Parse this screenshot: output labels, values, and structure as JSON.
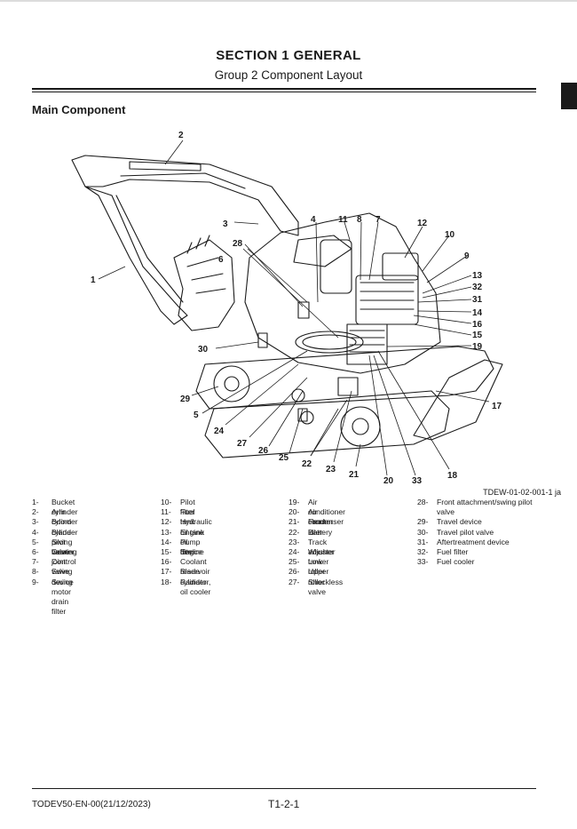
{
  "header": {
    "section_title": "SECTION 1 GENERAL",
    "group_title": "Group 2 Component Layout"
  },
  "subheading": "Main Component",
  "figure": {
    "reference": "TDEW-01-02-001-1 ja",
    "callout_numbers": [
      "1",
      "2",
      "3",
      "4",
      "5",
      "6",
      "7",
      "8",
      "9",
      "10",
      "11",
      "12",
      "13",
      "14",
      "15",
      "16",
      "17",
      "18",
      "19",
      "20",
      "21",
      "22",
      "23",
      "24",
      "25",
      "26",
      "27",
      "28",
      "29",
      "30",
      "31",
      "32",
      "33"
    ]
  },
  "legend": {
    "col1": [
      {
        "num": "1-",
        "label": "Bucket cylinder"
      },
      {
        "num": "2-",
        "label": "Arm cylinder"
      },
      {
        "num": "3-",
        "label": "Boom cylinder"
      },
      {
        "num": "4-",
        "label": "Blade pilot valve"
      },
      {
        "num": "5-",
        "label": "Swing bearing"
      },
      {
        "num": "6-",
        "label": "Center joint"
      },
      {
        "num": "7-",
        "label": "Control valve"
      },
      {
        "num": "8-",
        "label": "Swing device"
      },
      {
        "num": "9-",
        "label": "Swing motor drain filter"
      }
    ],
    "col2": [
      {
        "num": "10-",
        "label": "Pilot filter"
      },
      {
        "num": "11-",
        "label": "Fuel tank"
      },
      {
        "num": "12-",
        "label": "Hydraulic oil tank"
      },
      {
        "num": "13-",
        "label": "Engine oil filter"
      },
      {
        "num": "14-",
        "label": "Pump device"
      },
      {
        "num": "15-",
        "label": "Engine"
      },
      {
        "num": "16-",
        "label": "Coolant reservoir"
      },
      {
        "num": "17-",
        "label": "Blade cylinder"
      },
      {
        "num": "18-",
        "label": "Radiator, oil cooler"
      }
    ],
    "col3": [
      {
        "num": "19-",
        "label": "Air conditioner condenser"
      },
      {
        "num": "20-",
        "label": "Air cleaner"
      },
      {
        "num": "21-",
        "label": "Front idler"
      },
      {
        "num": "22-",
        "label": "Battery"
      },
      {
        "num": "23-",
        "label": "Track adjuster"
      },
      {
        "num": "24-",
        "label": "Washer tank"
      },
      {
        "num": "25-",
        "label": "Lower roller"
      },
      {
        "num": "26-",
        "label": "Upper roller"
      },
      {
        "num": "27-",
        "label": "Shockless valve"
      }
    ],
    "col4": [
      {
        "num": "28-",
        "label": "Front attachment/swing pilot valve"
      },
      {
        "num": "29-",
        "label": "Travel device"
      },
      {
        "num": "30-",
        "label": "Travel pilot valve"
      },
      {
        "num": "31-",
        "label": "Aftertreatment device"
      },
      {
        "num": "32-",
        "label": "Fuel filter"
      },
      {
        "num": "33-",
        "label": "Fuel cooler"
      }
    ]
  },
  "footer": {
    "doc_id": "TODEV50-EN-00(21/12/2023)",
    "page_number": "T1-2-1"
  },
  "colors": {
    "ink": "#1a1a1a",
    "rule_light": "#dcdcdc"
  }
}
